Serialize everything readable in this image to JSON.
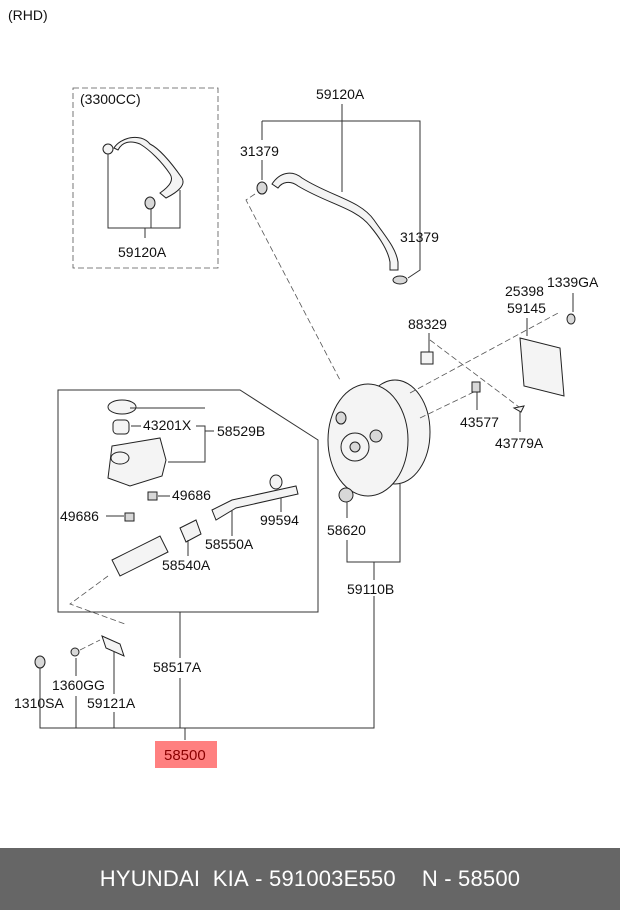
{
  "diagram": {
    "variant_label": "(RHD)",
    "engine_label": "(3300CC)",
    "highlight_color": "#ff8080",
    "highlighted_part": "58500",
    "callouts": {
      "hose_inset": "59120A",
      "hose_main": "59120A",
      "clamp_left": "31379",
      "clamp_right": "31379",
      "gasket_a": "25398",
      "gasket_b": "59145",
      "nut_top": "1339GA",
      "pin": "88329",
      "clevis": "43577",
      "clip": "43779A",
      "cap": "43201X",
      "reservoir": "58529B",
      "grommet_right": "49686",
      "grommet_left": "49686",
      "oring": "99594",
      "piston": "58550A",
      "spring": "58540A",
      "booster_plug": "58620",
      "booster": "59110B",
      "master_cyl": "58517A",
      "nut_bottom": "1360GG",
      "bolt_bottom": "1310SA",
      "bracket": "59121A",
      "assembly": "58500"
    }
  },
  "footer": {
    "brand": "HYUNDAI  KIA",
    "part_number_label": " - 591003E550",
    "ref_label": "N - 58500"
  }
}
